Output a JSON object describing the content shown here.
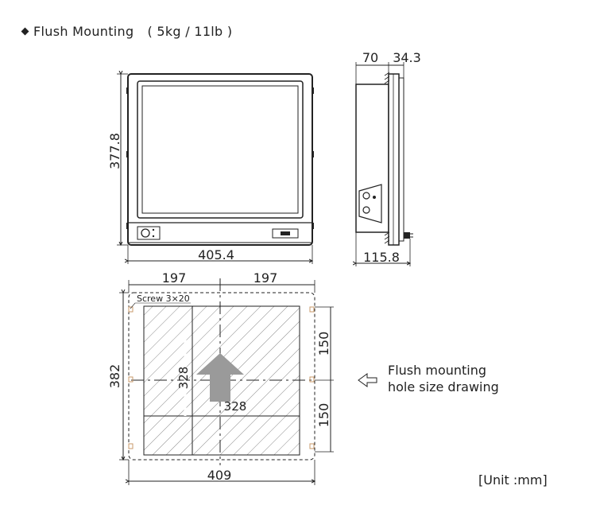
{
  "title": {
    "label": "Flush Mounting",
    "weight": "( 5kg / 11lb )"
  },
  "front_view": {
    "width_dim": "405.4",
    "height_dim": "377.8"
  },
  "side_view": {
    "depth_top_a": "70",
    "depth_top_b": "34.3",
    "depth_bottom": "115.8"
  },
  "cutout": {
    "top_left_dim": "197",
    "top_right_dim": "197",
    "screw_label": "Screw 3×20",
    "height_dim": "382",
    "inner_vertical_dim": "328",
    "inner_horizontal_dim": "328",
    "right_upper_dim": "150",
    "right_lower_dim": "150",
    "bottom_dim": "409"
  },
  "note": {
    "line1": "Flush mounting",
    "line2": "hole size drawing"
  },
  "unit": "[Unit :mm]",
  "colors": {
    "line": "#222222",
    "hatch": "#888888",
    "arrow": "#9a9a9a",
    "screw": "#c89a6a"
  }
}
